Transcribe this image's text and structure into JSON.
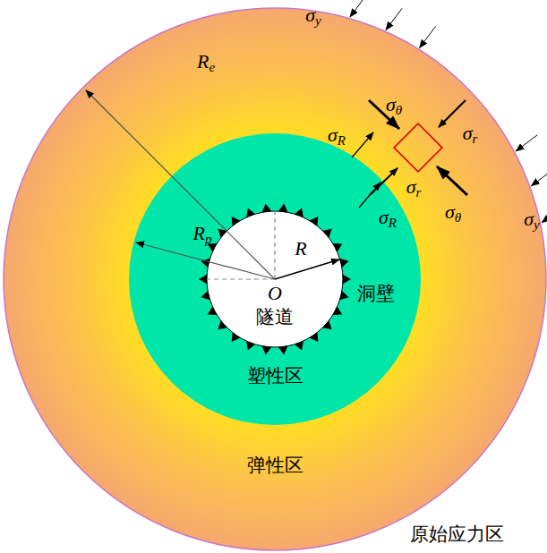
{
  "diagram": {
    "nodes": [
      {
        "text": [
          "弹性区"
        ]
      },
      {
        "text": [
          "塑性区"
        ],
        "in": 0
      },
      {
        "text": [
          "隧道"
        ],
        "in": 1
      }
    ],
    "labels": [
      "σy",
      "σy",
      "σθ",
      "σθ",
      "σr",
      "σr",
      "σR",
      "σR",
      "Re",
      "Rp",
      "R",
      "O",
      "洞壁",
      "原始应力区"
    ]
  }
}
